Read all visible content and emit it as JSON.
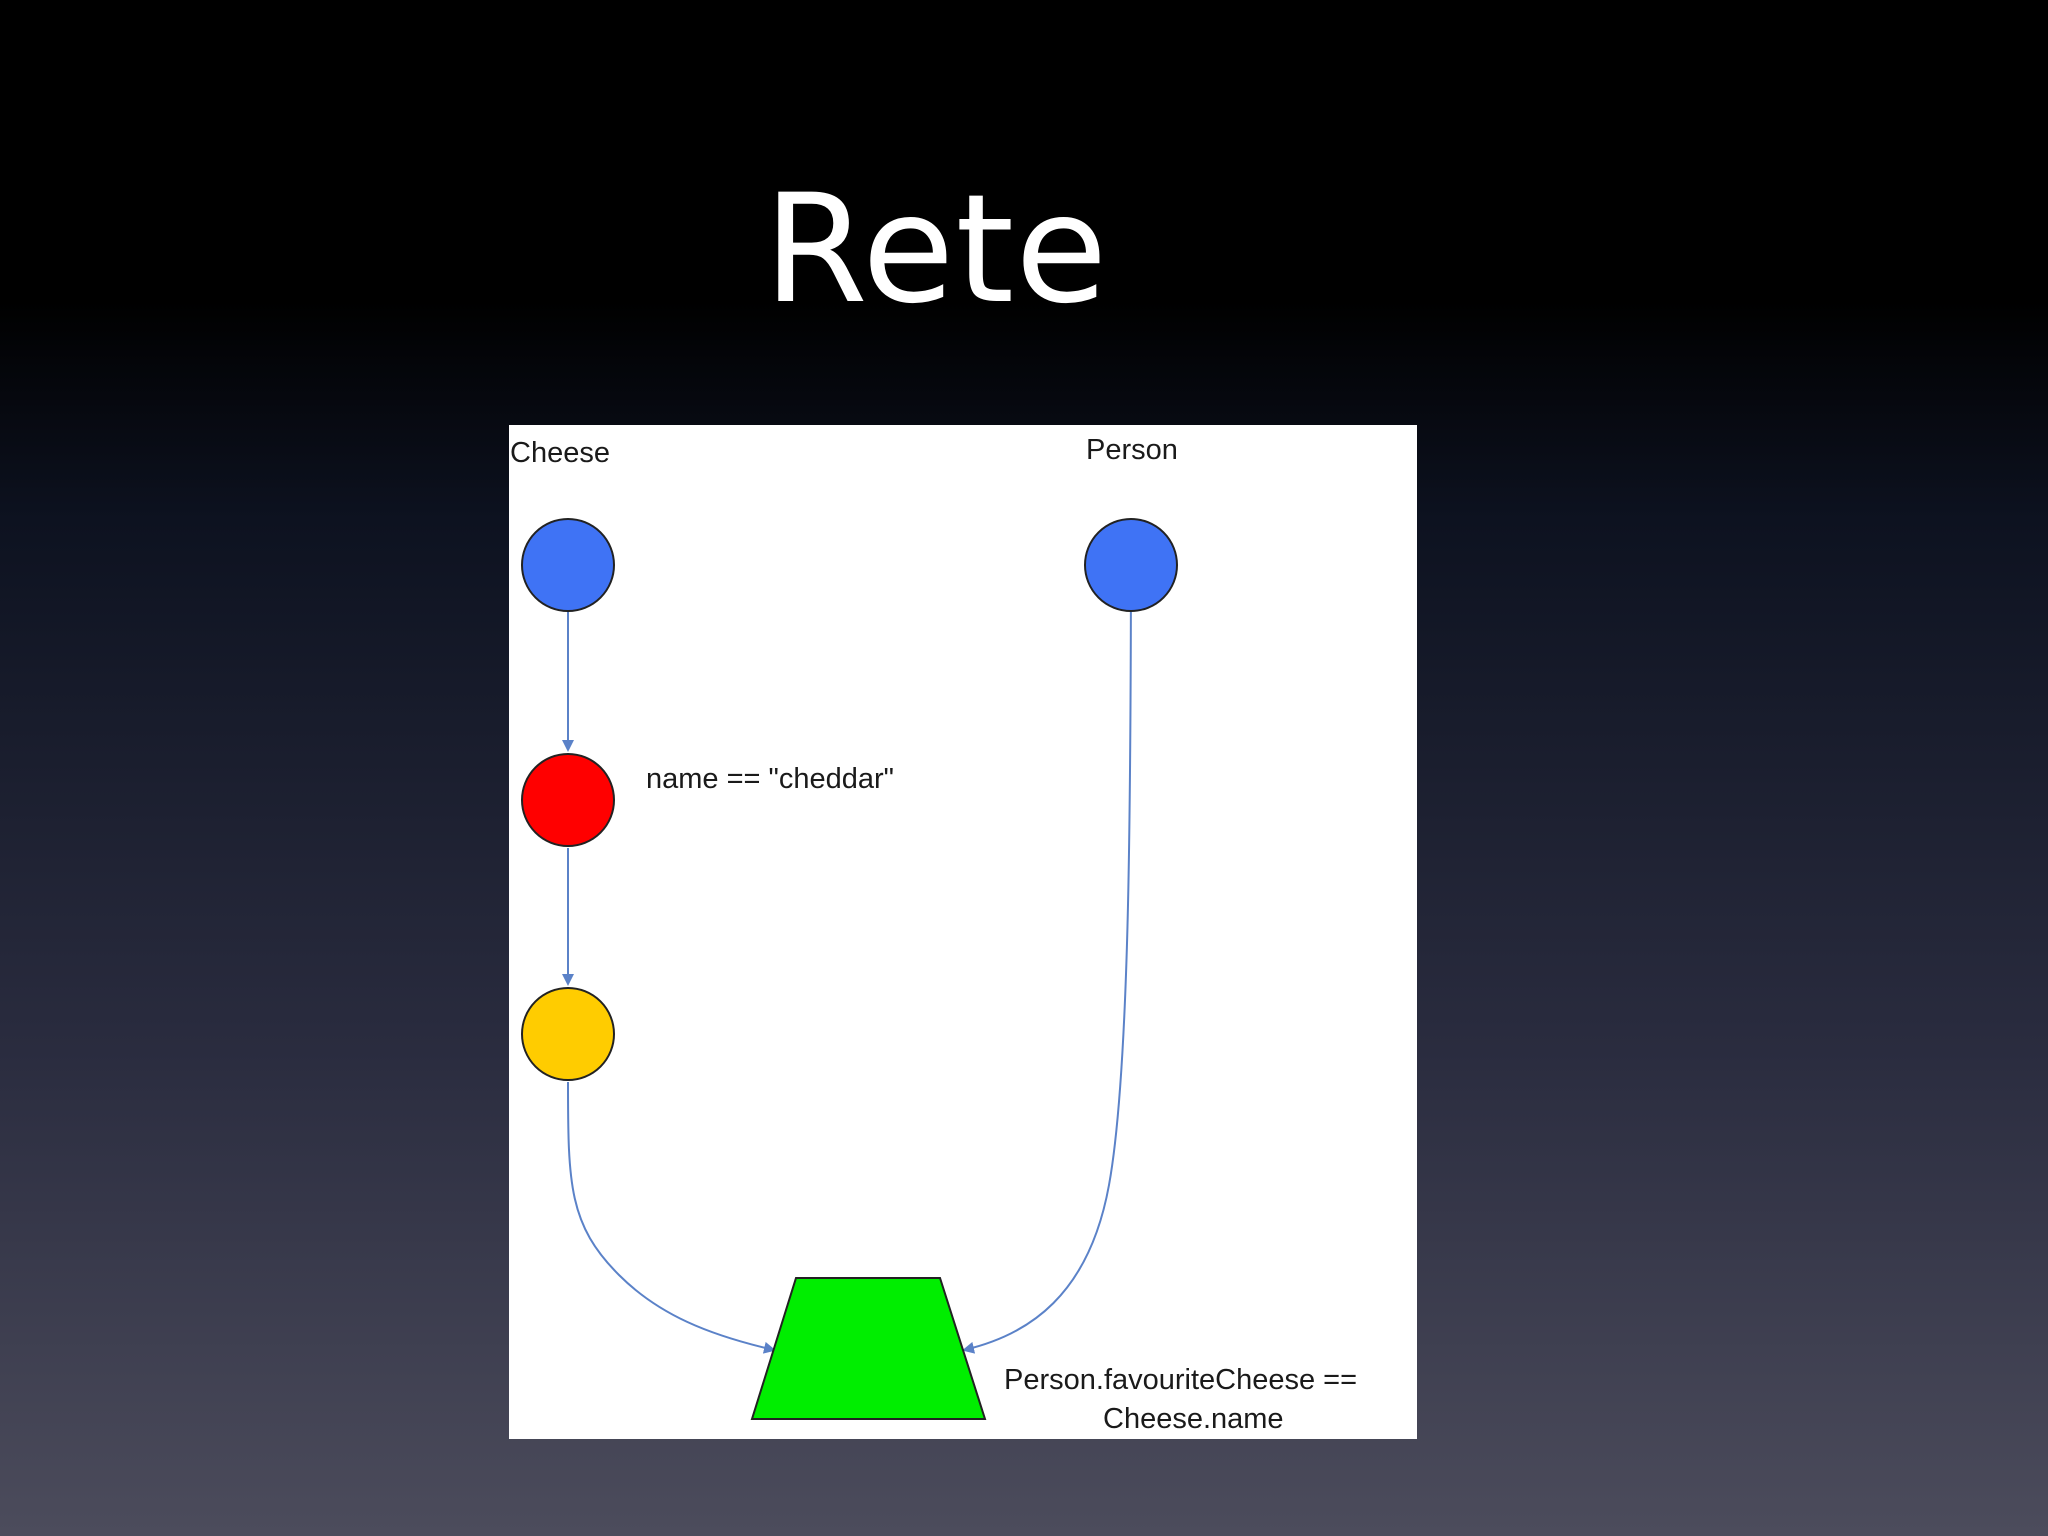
{
  "slide": {
    "title": "Rete"
  },
  "diagram": {
    "labels": {
      "cheese": "Cheese",
      "person": "Person",
      "condition": "name == \"cheddar\"",
      "join_line1": "Person.favouriteCheese ==",
      "join_line2": "Cheese.name"
    },
    "nodes": [
      {
        "id": "cheese-type-node",
        "shape": "circle",
        "color": "#3f73f5"
      },
      {
        "id": "person-type-node",
        "shape": "circle",
        "color": "#3f73f5"
      },
      {
        "id": "alpha-node",
        "shape": "circle",
        "color": "#ff0000"
      },
      {
        "id": "alpha-memory-node",
        "shape": "circle",
        "color": "#ffcc00"
      },
      {
        "id": "join-node",
        "shape": "trapezoid",
        "color": "#00ee00"
      }
    ],
    "edges": [
      {
        "from": "cheese-type-node",
        "to": "alpha-node"
      },
      {
        "from": "alpha-node",
        "to": "alpha-memory-node"
      },
      {
        "from": "alpha-memory-node",
        "to": "join-node"
      },
      {
        "from": "person-type-node",
        "to": "join-node"
      }
    ],
    "colors": {
      "edge": "#5b82c8",
      "outline": "#222222"
    }
  }
}
